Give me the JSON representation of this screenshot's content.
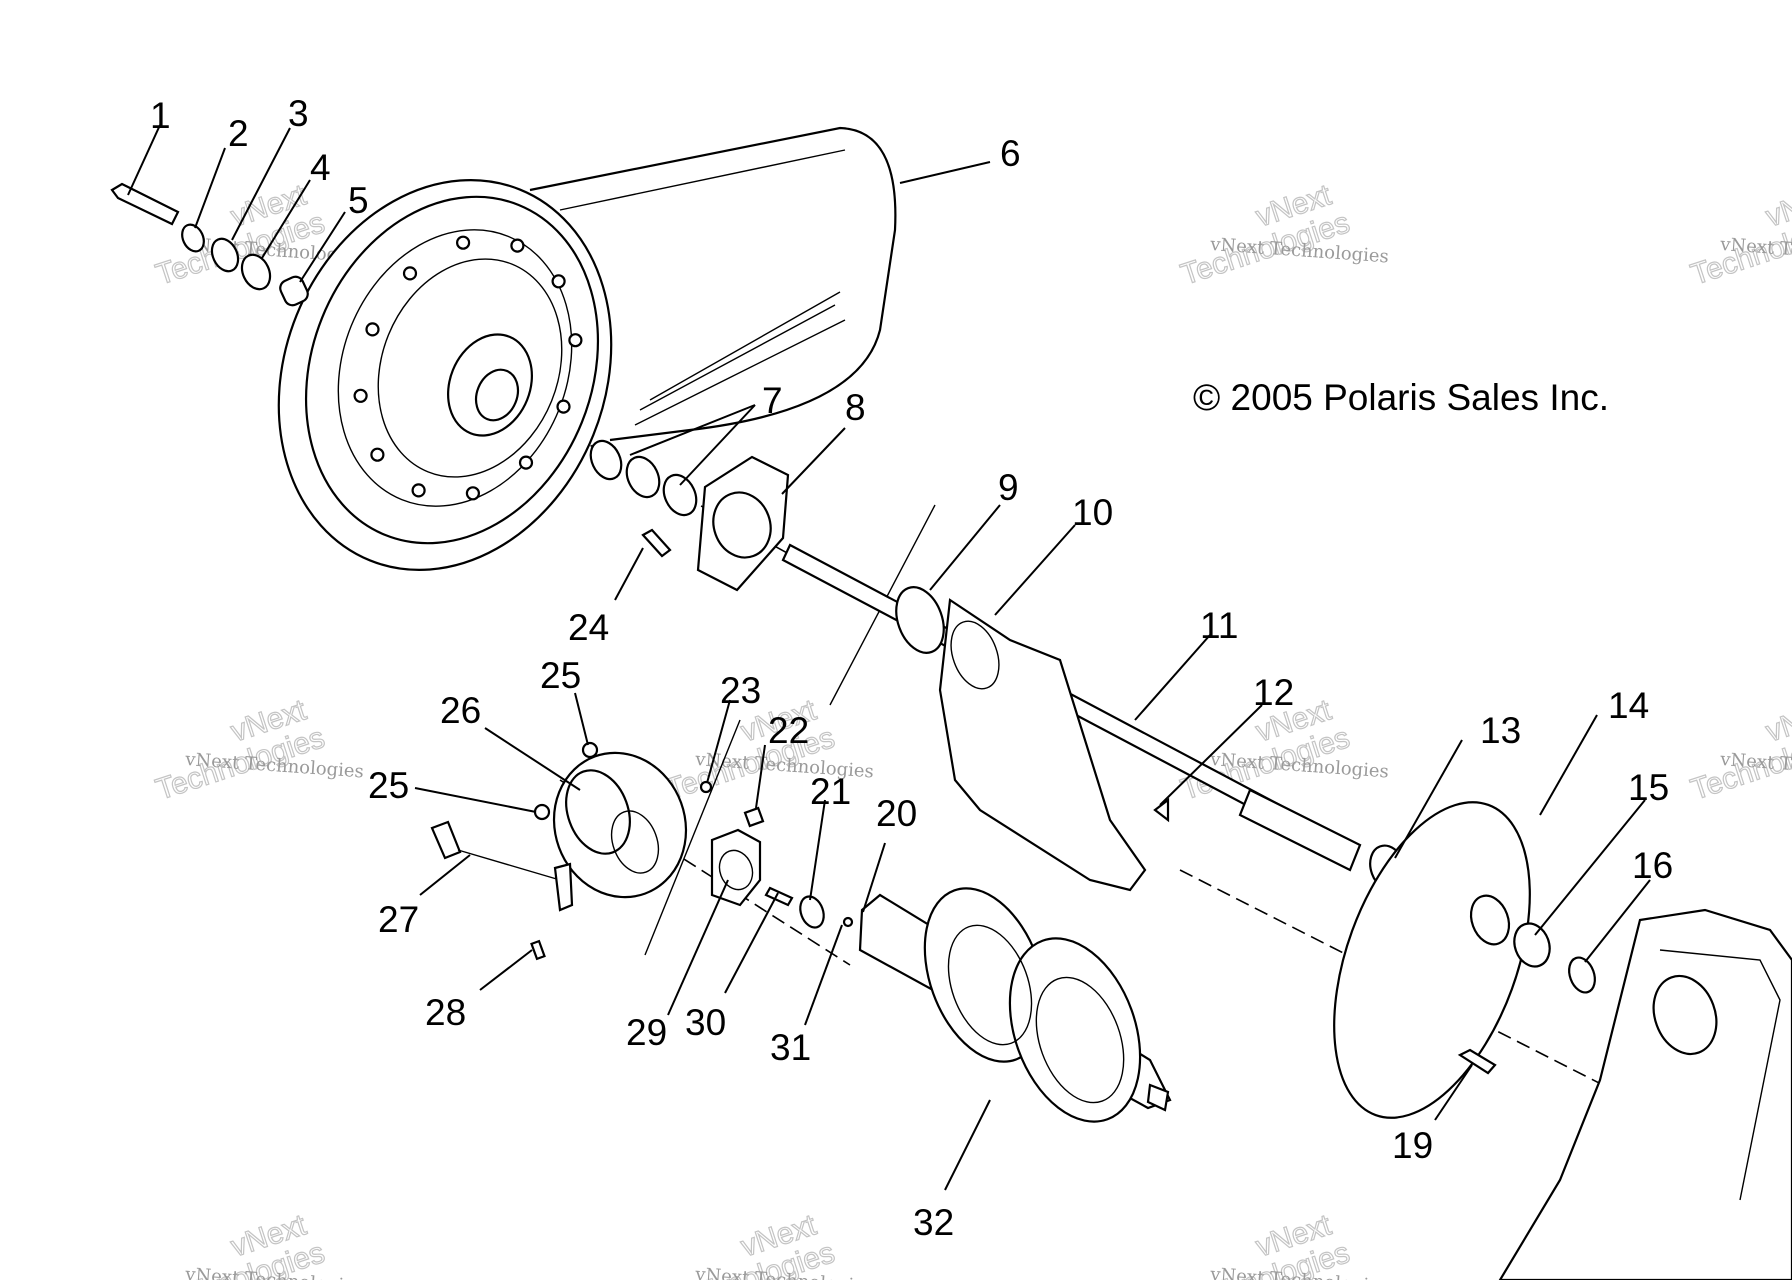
{
  "copyright": "© 2005 Polaris Sales Inc.",
  "watermark": {
    "small": "vNext Technologies",
    "big_a": "vNext",
    "big_b": "Technologies"
  },
  "callouts": [
    "1",
    "2",
    "3",
    "4",
    "5",
    "6",
    "7",
    "8",
    "9",
    "10",
    "11",
    "12",
    "13",
    "14",
    "15",
    "16",
    "19",
    "20",
    "21",
    "22",
    "23",
    "24",
    "25",
    "25",
    "26",
    "27",
    "28",
    "29",
    "30",
    "31",
    "32"
  ]
}
